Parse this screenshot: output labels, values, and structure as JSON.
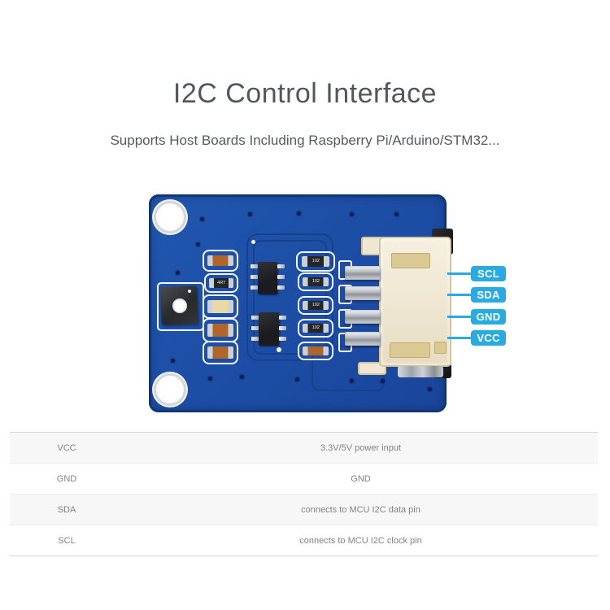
{
  "header": {
    "title": "I2C Control Interface",
    "subtitle": "Supports Host Boards Including Raspberry Pi/Arduino/STM32..."
  },
  "diagram": {
    "accent_color": "#29abe2",
    "pcb_color": "#1d4ea6",
    "connector_color": "#efe7d3",
    "pin_labels": [
      {
        "label": "SCL"
      },
      {
        "label": "SDA"
      },
      {
        "label": "GND"
      },
      {
        "label": "VCC"
      }
    ],
    "codes": {
      "c4r7": "4R7",
      "c102": "102"
    }
  },
  "pin_table": {
    "rows": [
      {
        "pin": "VCC",
        "desc": "3.3V/5V power input"
      },
      {
        "pin": "GND",
        "desc": "GND"
      },
      {
        "pin": "SDA",
        "desc": "connects to MCU I2C data pin"
      },
      {
        "pin": "SCL",
        "desc": "connects to MCU I2C clock pin"
      }
    ]
  }
}
